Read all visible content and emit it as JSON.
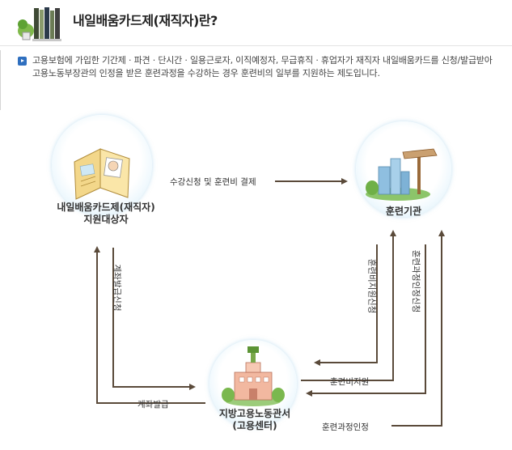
{
  "header": {
    "title": "내일배움카드제(재직자)란?"
  },
  "intro": {
    "text": "고용보험에 가입한 기간제 · 파견 · 단시간 · 일용근로자, 이직예정자, 무급휴직 · 휴업자가 재직자 내일배움카드를 신청/발급받아 고용노동부장관의 인정을 받은 훈련과정을 수강하는 경우 훈련비의 일부를 지원하는 제도입니다."
  },
  "nodes": {
    "target": {
      "label_line1": "내일배움카드제(재직자)",
      "label_line2": "지원대상자"
    },
    "institution": {
      "label": "훈련기관"
    },
    "office": {
      "label_line1": "지방고용노동관서",
      "label_line2": "(고용센터)"
    }
  },
  "edges": {
    "enroll_pay": "수강신청 및 훈련비 결제",
    "card_apply": "계좌발급신청",
    "card_issue": "계좌발급",
    "fee_apply": "훈련비지원신청",
    "fee_support": "훈련비지원",
    "course_apply": "훈련과정인정신청",
    "course_approve": "훈련과정인정"
  },
  "colors": {
    "arrow": "#5a4a3a",
    "accent": "#2f6fbf"
  },
  "icons": {
    "header": "bookshelf-icon",
    "target": "open-book-icon",
    "institution": "city-signpost-icon",
    "office": "office-building-icon"
  }
}
